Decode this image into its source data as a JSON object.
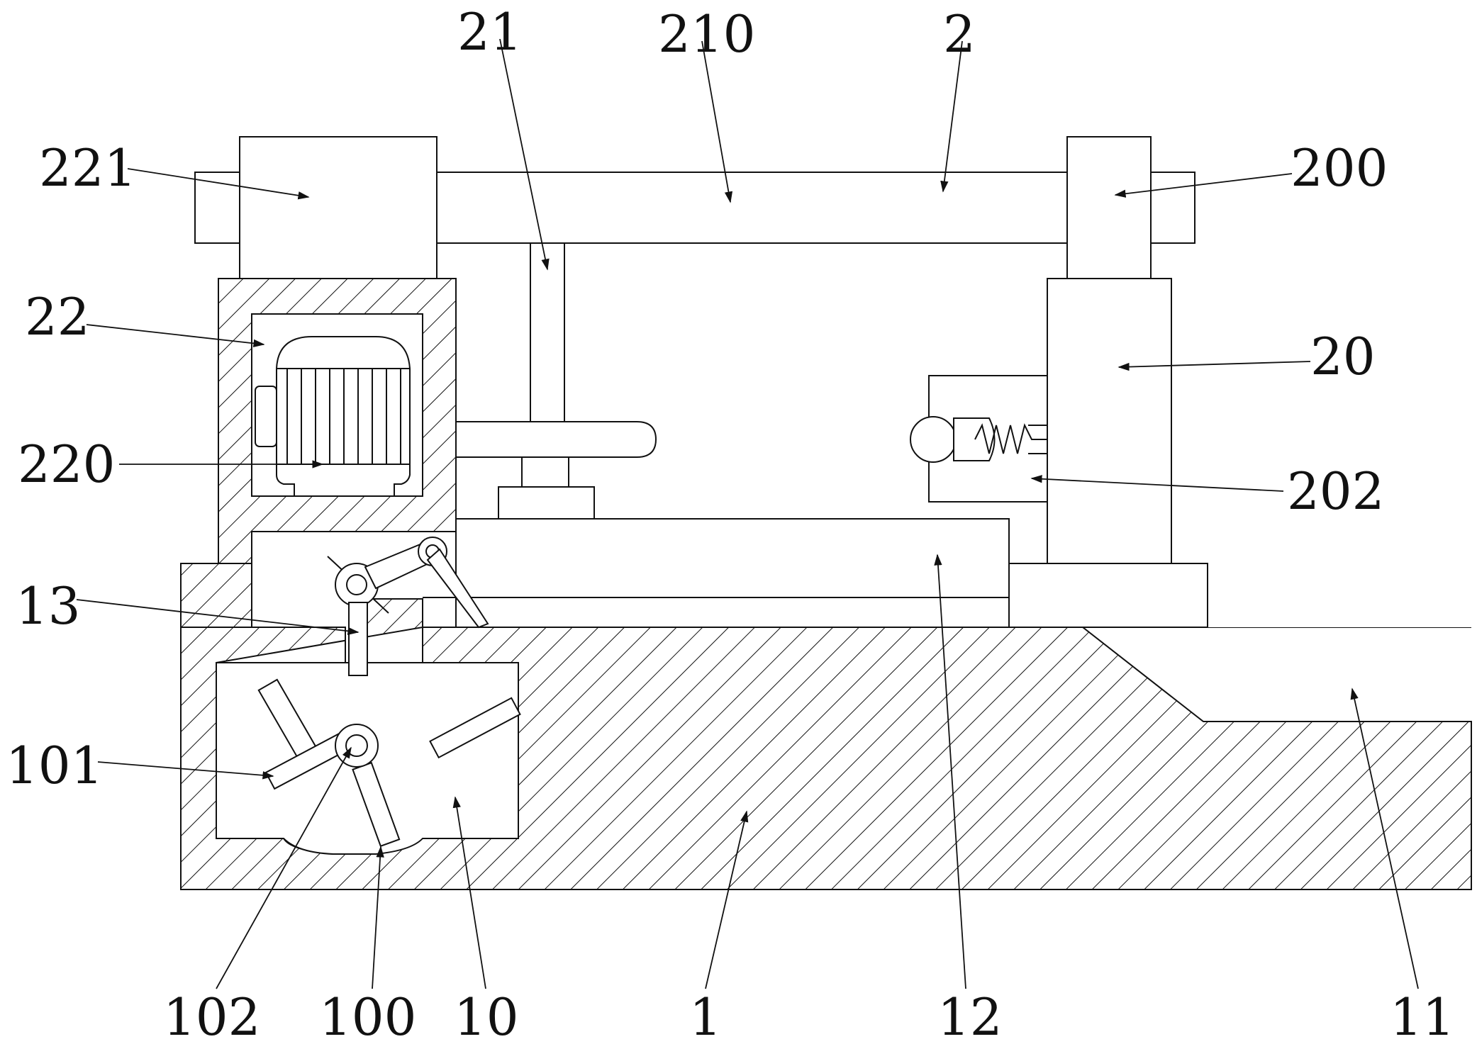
{
  "callouts": [
    {
      "id": "221",
      "text": "221"
    },
    {
      "id": "21",
      "text": "21"
    },
    {
      "id": "210",
      "text": "210"
    },
    {
      "id": "2",
      "text": "2"
    },
    {
      "id": "200",
      "text": "200"
    },
    {
      "id": "22",
      "text": "22"
    },
    {
      "id": "20",
      "text": "20"
    },
    {
      "id": "220",
      "text": "220"
    },
    {
      "id": "202",
      "text": "202"
    },
    {
      "id": "13",
      "text": "13"
    },
    {
      "id": "101",
      "text": "101"
    },
    {
      "id": "102",
      "text": "102"
    },
    {
      "id": "100",
      "text": "100"
    },
    {
      "id": "10",
      "text": "10"
    },
    {
      "id": "1",
      "text": "1"
    },
    {
      "id": "12",
      "text": "12"
    },
    {
      "id": "11",
      "text": "11"
    }
  ]
}
